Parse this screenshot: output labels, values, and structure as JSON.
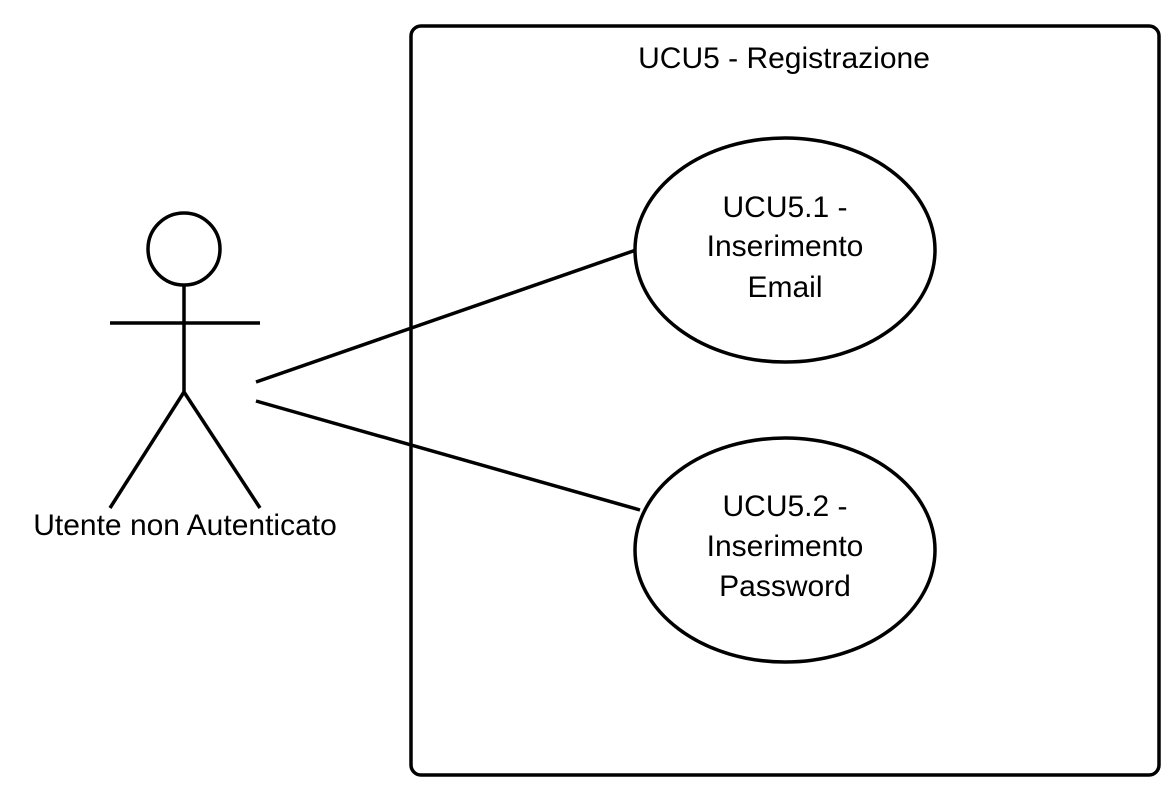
{
  "system": {
    "title": "UCU5 - Registrazione"
  },
  "actor": {
    "name": "Utente non Autenticato"
  },
  "use_cases": [
    {
      "lines": [
        "UCU5.1 -",
        "Inserimento",
        "Email"
      ]
    },
    {
      "lines": [
        "UCU5.2 -",
        "Inserimento",
        "Password"
      ]
    }
  ],
  "colors": {
    "stroke": "#000000",
    "background": "#ffffff"
  }
}
